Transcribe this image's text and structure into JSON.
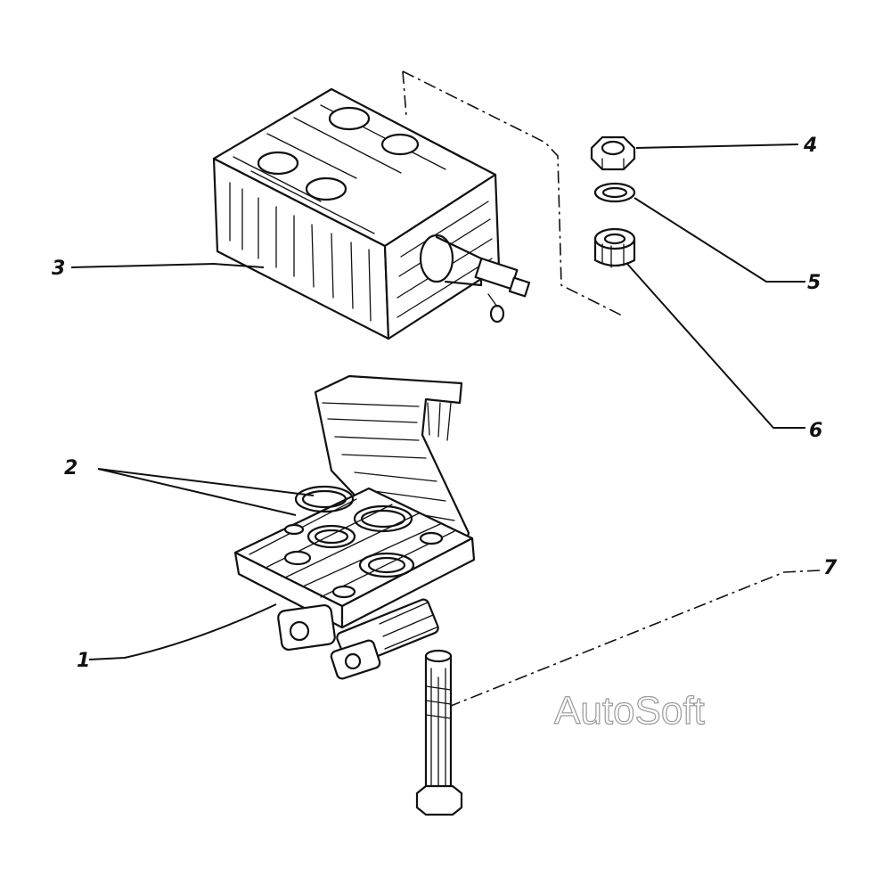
{
  "callouts": [
    {
      "id": "1",
      "text": "1"
    },
    {
      "id": "2",
      "text": "2"
    },
    {
      "id": "3",
      "text": "3"
    },
    {
      "id": "4",
      "text": "4"
    },
    {
      "id": "5",
      "text": "5"
    },
    {
      "id": "6",
      "text": "6"
    },
    {
      "id": "7",
      "text": "7"
    }
  ],
  "watermark": "AutoSoft",
  "parts": [
    {
      "callout": "1",
      "icon": "valve-body-icon"
    },
    {
      "callout": "2",
      "icon": "o-ring-icon"
    },
    {
      "callout": "3",
      "icon": "block-icon"
    },
    {
      "callout": "4",
      "icon": "nut-icon"
    },
    {
      "callout": "5",
      "icon": "washer-icon"
    },
    {
      "callout": "6",
      "icon": "spacer-icon"
    },
    {
      "callout": "7",
      "icon": "bolt-icon"
    }
  ]
}
